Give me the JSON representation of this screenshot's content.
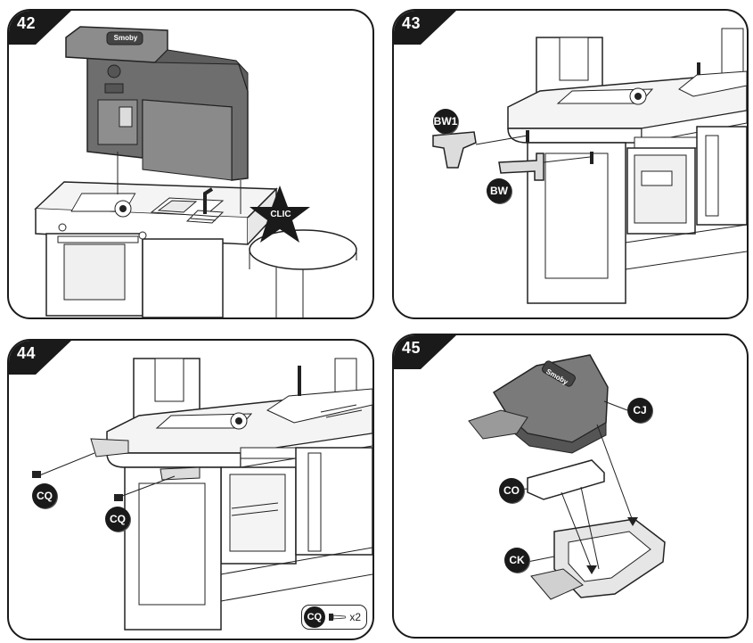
{
  "steps": [
    {
      "number": "42",
      "callouts": {
        "clic": "CLIC"
      },
      "brand": "Smoby"
    },
    {
      "number": "43",
      "callouts": {
        "bw1": "BW1",
        "bw": "BW"
      }
    },
    {
      "number": "44",
      "callouts": {
        "cq_top": "CQ",
        "cq_bottom": "CQ"
      },
      "parts_needed": {
        "code": "CQ",
        "quantity": "x2"
      }
    },
    {
      "number": "45",
      "callouts": {
        "cj": "CJ",
        "co": "CO",
        "ck": "CK"
      },
      "brand": "Smoby"
    }
  ],
  "colors": {
    "frame": "#1a1a1a",
    "part_gray": "#6e6e6e",
    "part_light": "#d9d9d9"
  }
}
